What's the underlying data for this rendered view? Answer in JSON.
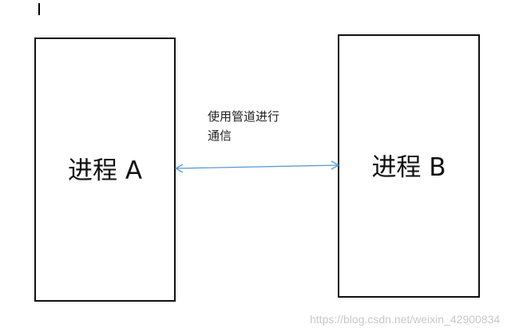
{
  "diagram": {
    "nodes": [
      {
        "id": "process-a",
        "label": "进程 A"
      },
      {
        "id": "process-b",
        "label": "进程 B"
      }
    ],
    "edges": [
      {
        "from": "process-a",
        "to": "process-b",
        "label_line1": "使用管道进行",
        "label_line2": "通信",
        "style": "bidirectional-arrow",
        "color": "#5b9bd5"
      }
    ]
  },
  "watermark": "https://blog.csdn.net/weixin_42900834",
  "colors": {
    "box_border": "#111111",
    "arrow": "#5b9bd5",
    "watermark": "#c8c8c8"
  }
}
